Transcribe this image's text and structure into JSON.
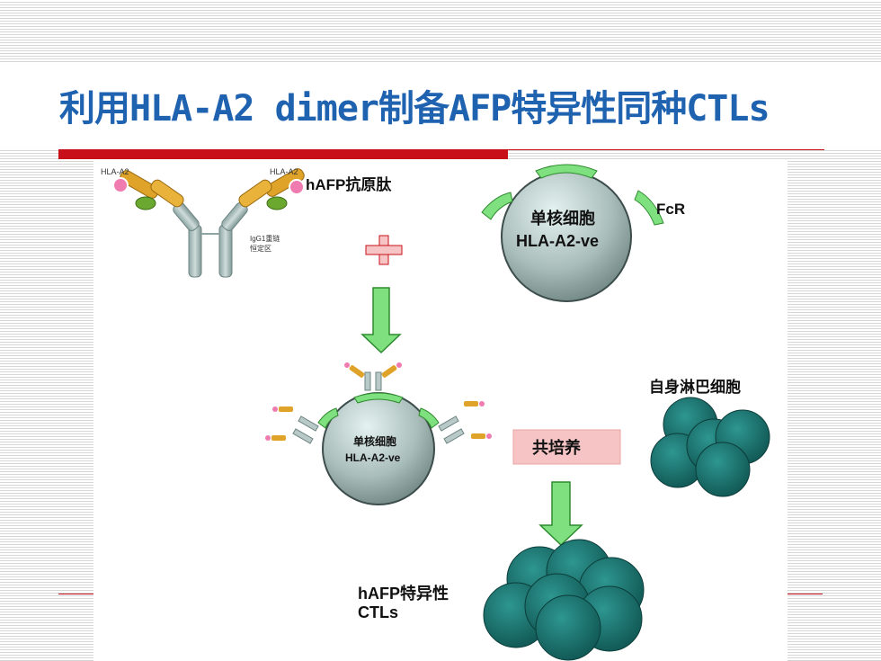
{
  "slide": {
    "title": "利用HLA-A2 dimer制备AFP特异性同种CTLs"
  },
  "diagram": {
    "antibody_top": {
      "hla_left": "HLA-A2",
      "hla_right": "HLA-A2",
      "peptide": "hAFP抗原肽",
      "igg_line1": "IgG1重链",
      "igg_line2": "恒定区"
    },
    "monocyte_top": {
      "line1": "单核细胞",
      "line2": "HLA-A2-ve",
      "receptor": "FcR"
    },
    "monocyte_complex": {
      "line1": "单核细胞",
      "line2": "HLA-A2-ve"
    },
    "lymphocyte_label": "自身淋巴细胞",
    "coculture_label": "共培养",
    "ctl_line1": "hAFP特异性",
    "ctl_line2": "CTLs"
  },
  "colors": {
    "title": "#1f63b0",
    "accent_red": "#c8101a",
    "arrow_green": "#7ee07e",
    "cell_gray": "#9fb3b0",
    "lymph_teal": "#1a6e6a",
    "pink_box": "#f6c4c4"
  }
}
